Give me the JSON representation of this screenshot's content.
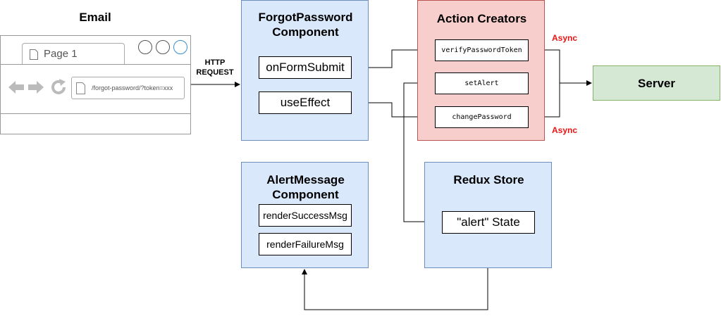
{
  "email": {
    "title": "Email",
    "tab_label": "Page 1",
    "url_text": "/forgot-password/?token=xxx"
  },
  "http_label": "HTTP\nREQUEST",
  "forgot_password": {
    "title": "ForgotPassword\nComponent",
    "items": [
      "onFormSubmit",
      "useEffect"
    ]
  },
  "action_creators": {
    "title": "Action Creators",
    "items": [
      "verifyPasswordToken",
      "setAlert",
      "changePassword"
    ]
  },
  "async_labels": [
    "Async",
    "Async"
  ],
  "server": {
    "title": "Server"
  },
  "alert_message": {
    "title": "AlertMessage\nComponent",
    "items": [
      "renderSuccessMsg",
      "renderFailureMsg"
    ]
  },
  "redux_store": {
    "title": "Redux Store",
    "state_label": "\"alert\" State"
  },
  "colors": {
    "blue_fill": "#dae8fc",
    "red_fill": "#f8cecc",
    "green_fill": "#d5e8d4",
    "async_red": "#ee1111"
  }
}
